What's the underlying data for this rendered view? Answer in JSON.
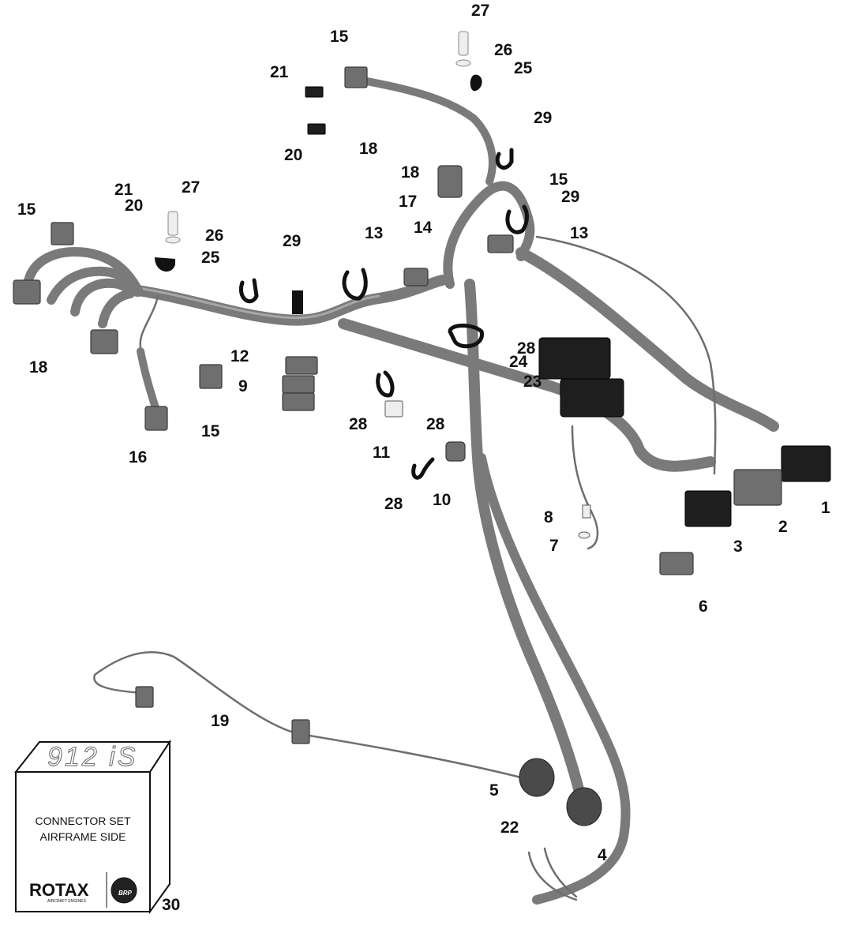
{
  "diagram": {
    "title": "Engine wiring harness exploded view",
    "colors": {
      "cable": "#7a7a7a",
      "cable_highlight": "#a6a6a6",
      "connector_dark": "#1e1e1e",
      "connector_light": "#eeeeee",
      "label": "#111111"
    },
    "callouts": {
      "c1": "1",
      "c2": "2",
      "c3": "3",
      "c4": "4",
      "c5": "5",
      "c6": "6",
      "c7": "7",
      "c8": "8",
      "c9": "9",
      "c10": "10",
      "c11": "11",
      "c12": "12",
      "c13a": "13",
      "c13b": "13",
      "c14": "14",
      "c15a": "15",
      "c15b": "15",
      "c15c": "15",
      "c15d": "15",
      "c16": "16",
      "c17": "17",
      "c18a": "18",
      "c18b": "18",
      "c18c": "18",
      "c19": "19",
      "c20a": "20",
      "c20b": "20",
      "c21a": "21",
      "c21b": "21",
      "c22": "22",
      "c23": "23",
      "c24": "24",
      "c25a": "25",
      "c25b": "25",
      "c26a": "26",
      "c26b": "26",
      "c27a": "27",
      "c27b": "27",
      "c28a": "28",
      "c28b": "28",
      "c28c": "28",
      "c28d": "28",
      "c29a": "29",
      "c29b": "29",
      "c29c": "29",
      "c30": "30"
    },
    "kit_box": {
      "model_logo": "912 iS",
      "line1": "CONNECTOR SET",
      "line2": "AIRFRAME SIDE",
      "brand": "ROTAX",
      "brand_sub": "AIRCRAFT ENGINES",
      "brand2": "BRP"
    }
  }
}
